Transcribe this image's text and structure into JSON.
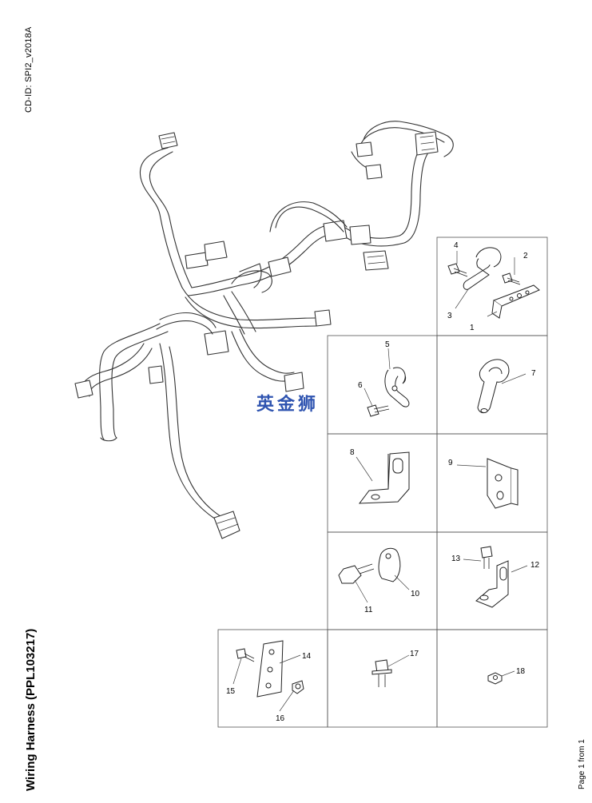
{
  "document": {
    "cd_id": "CD-ID: SPI2_v2018A",
    "title": "Wiring Harness (PPL103217)",
    "page": "Page 1 from 1",
    "watermark": "英金狮"
  },
  "callouts": [
    "1",
    "2",
    "3",
    "4",
    "5",
    "6",
    "7",
    "8",
    "9",
    "10",
    "11",
    "12",
    "13",
    "14",
    "15",
    "16",
    "17",
    "18"
  ]
}
